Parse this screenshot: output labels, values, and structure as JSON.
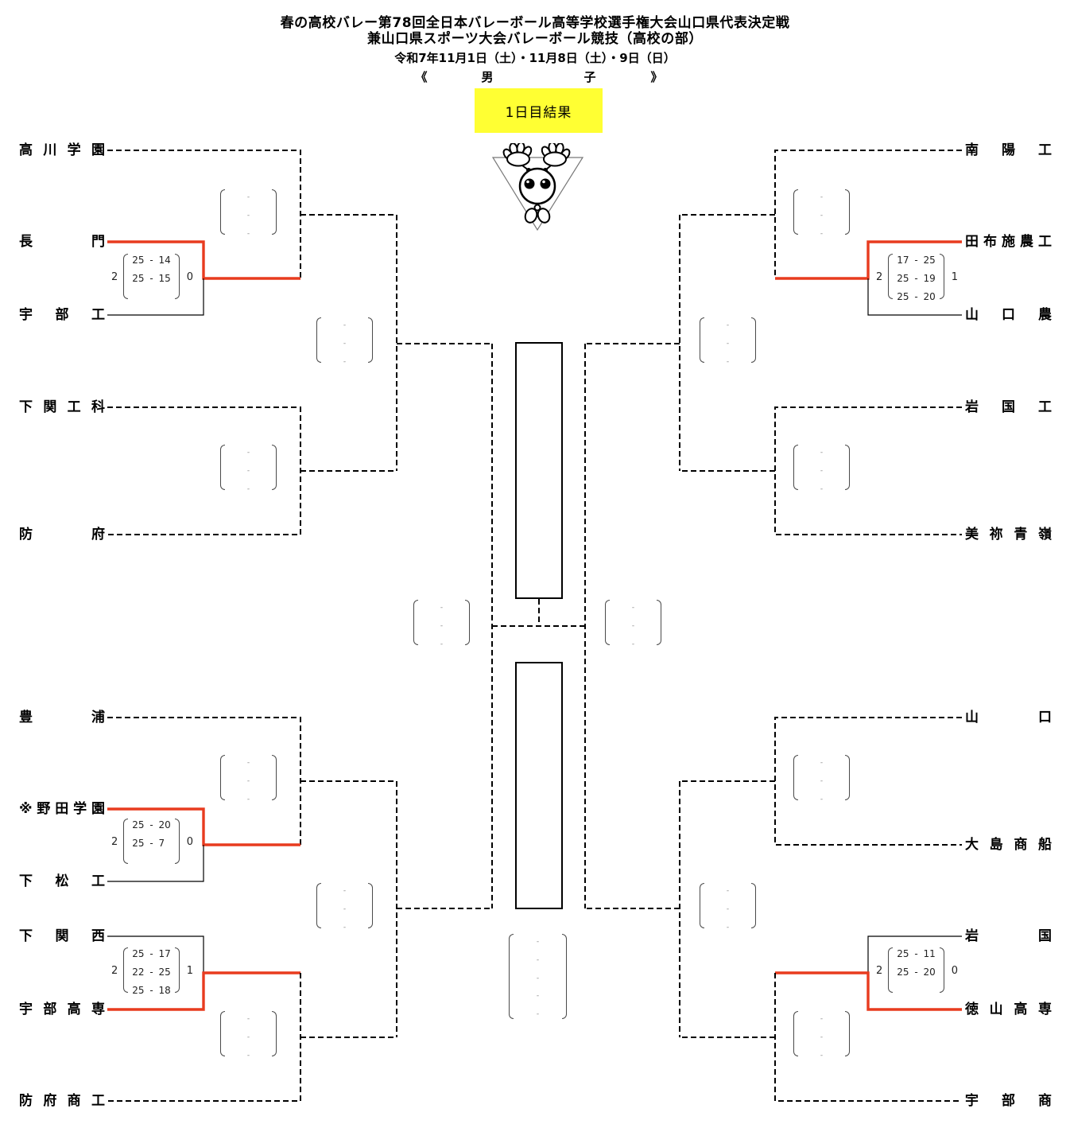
{
  "header": {
    "title_line1": "春の高校バレー第78回全日本バレーボール高等学校選手権大会山口県代表決定戦",
    "title_line2": "兼山口県スポーツ大会バレーボール競技（高校の部）",
    "dates": "令和7年11月1日（土）・11月8日（土）・9日（日）",
    "division": [
      "《",
      "男",
      "子",
      "》"
    ]
  },
  "result_badge": "1日目結果",
  "mascot_icon": "volleyball-mascot-icon",
  "colors": {
    "winner_line": "#e83b1f",
    "badge_background": "#ffff33",
    "bracket_line": "#000000"
  },
  "teams": {
    "left": [
      "高川学園",
      "長門",
      "宇部工",
      "下関工科",
      "防府",
      "豊浦",
      "※野田学園",
      "下松工",
      "下関西",
      "宇部高専",
      "防府商工"
    ],
    "right": [
      "南陽工",
      "田布施農工",
      "山口農",
      "岩国工",
      "美祢青嶺",
      "山口",
      "大島商船",
      "岩国",
      "徳山高専",
      "宇部商"
    ]
  },
  "scores": {
    "separator": "-",
    "placeholder": "-",
    "results": [
      {
        "teams": [
          "長門",
          "宇部工"
        ],
        "winner": "長門",
        "sets_left": "2",
        "sets_right": "0",
        "sets": [
          [
            "25",
            "14"
          ],
          [
            "25",
            "15"
          ]
        ]
      },
      {
        "teams": [
          "※野田学園",
          "下松工"
        ],
        "winner": "※野田学園",
        "sets_left": "2",
        "sets_right": "0",
        "sets": [
          [
            "25",
            "20"
          ],
          [
            "25",
            "7"
          ]
        ]
      },
      {
        "teams": [
          "下関西",
          "宇部高専"
        ],
        "winner": "宇部高専",
        "sets_left": "2",
        "sets_right": "1",
        "sets": [
          [
            "25",
            "17"
          ],
          [
            "22",
            "25"
          ],
          [
            "25",
            "18"
          ]
        ]
      },
      {
        "teams": [
          "田布施農工",
          "山口農"
        ],
        "winner": "田布施農工",
        "sets_left": "2",
        "sets_right": "1",
        "sets": [
          [
            "17",
            "25"
          ],
          [
            "25",
            "19"
          ],
          [
            "25",
            "20"
          ]
        ]
      },
      {
        "teams": [
          "岩国",
          "徳山高専"
        ],
        "winner": "徳山高専",
        "sets_left": "2",
        "sets_right": "0",
        "sets": [
          [
            "25",
            "11"
          ],
          [
            "25",
            "20"
          ]
        ]
      }
    ]
  }
}
